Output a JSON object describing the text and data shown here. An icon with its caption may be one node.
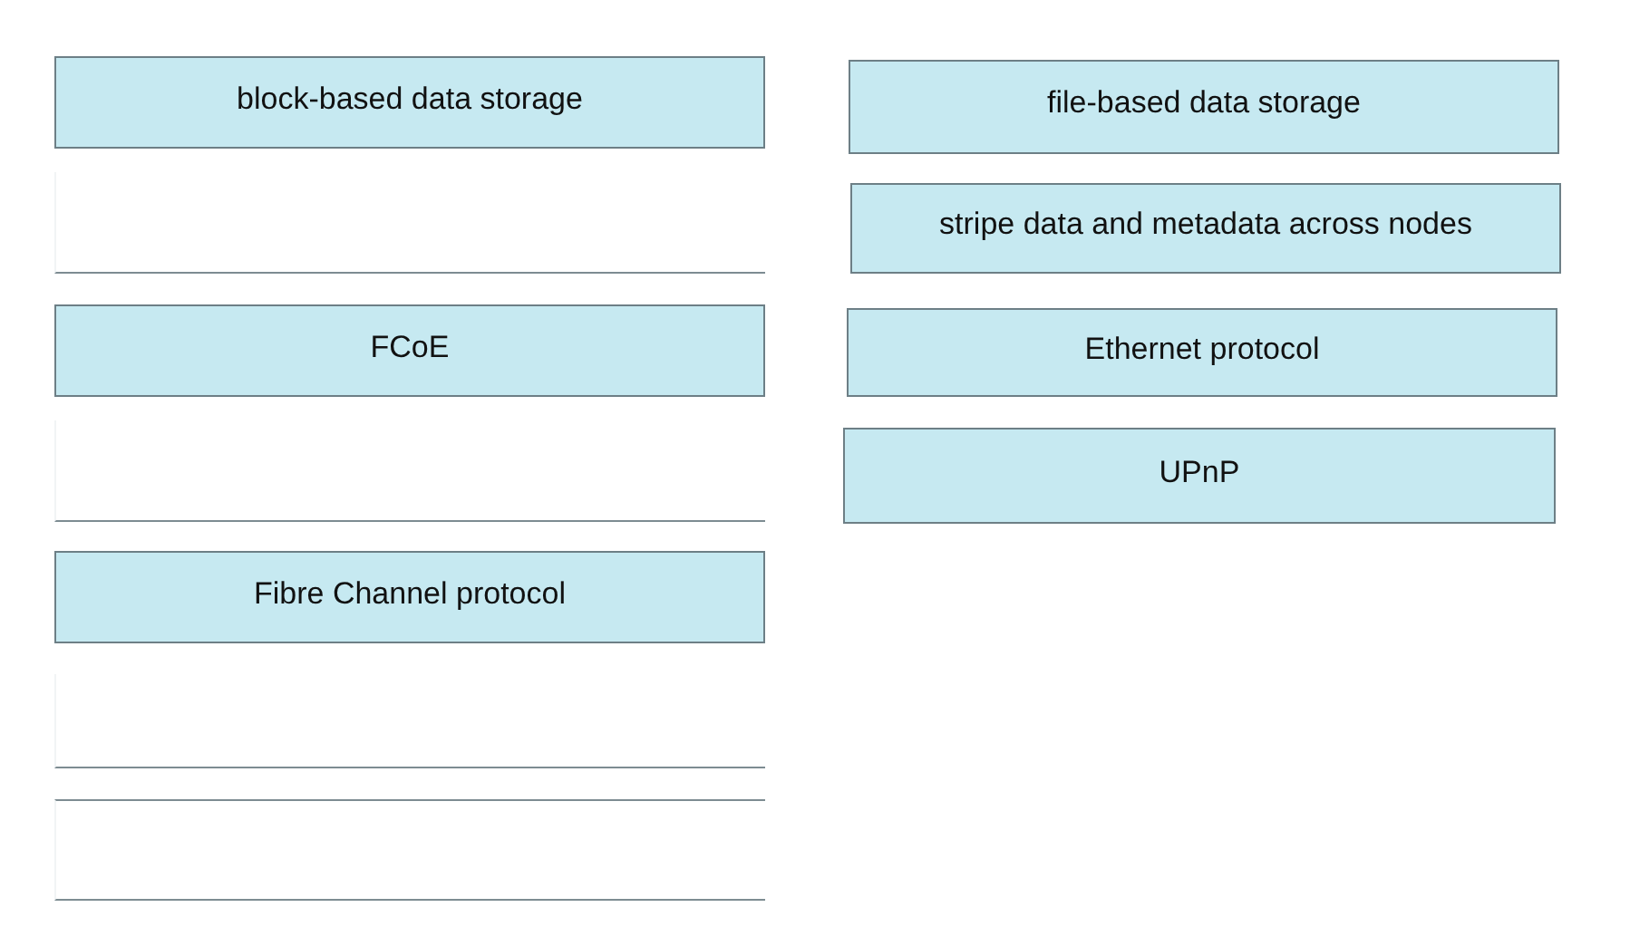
{
  "diagram": {
    "nodes": [
      {
        "text": [
          "block-based data storage"
        ]
      },
      {
        "text": [
          "file-based data storage"
        ]
      },
      {
        "text": [],
        "shape": "box"
      },
      {
        "text": [
          "stripe data and metadata across nodes"
        ]
      },
      {
        "text": [
          "FCoE"
        ]
      },
      {
        "text": [
          "Ethernet protocol"
        ]
      },
      {
        "text": [],
        "shape": "box"
      },
      {
        "text": [
          "UPnP"
        ]
      },
      {
        "text": [
          "Fibre Channel protocol"
        ]
      },
      {
        "text": [],
        "shape": "box"
      },
      {
        "text": [],
        "shape": "box"
      }
    ]
  }
}
